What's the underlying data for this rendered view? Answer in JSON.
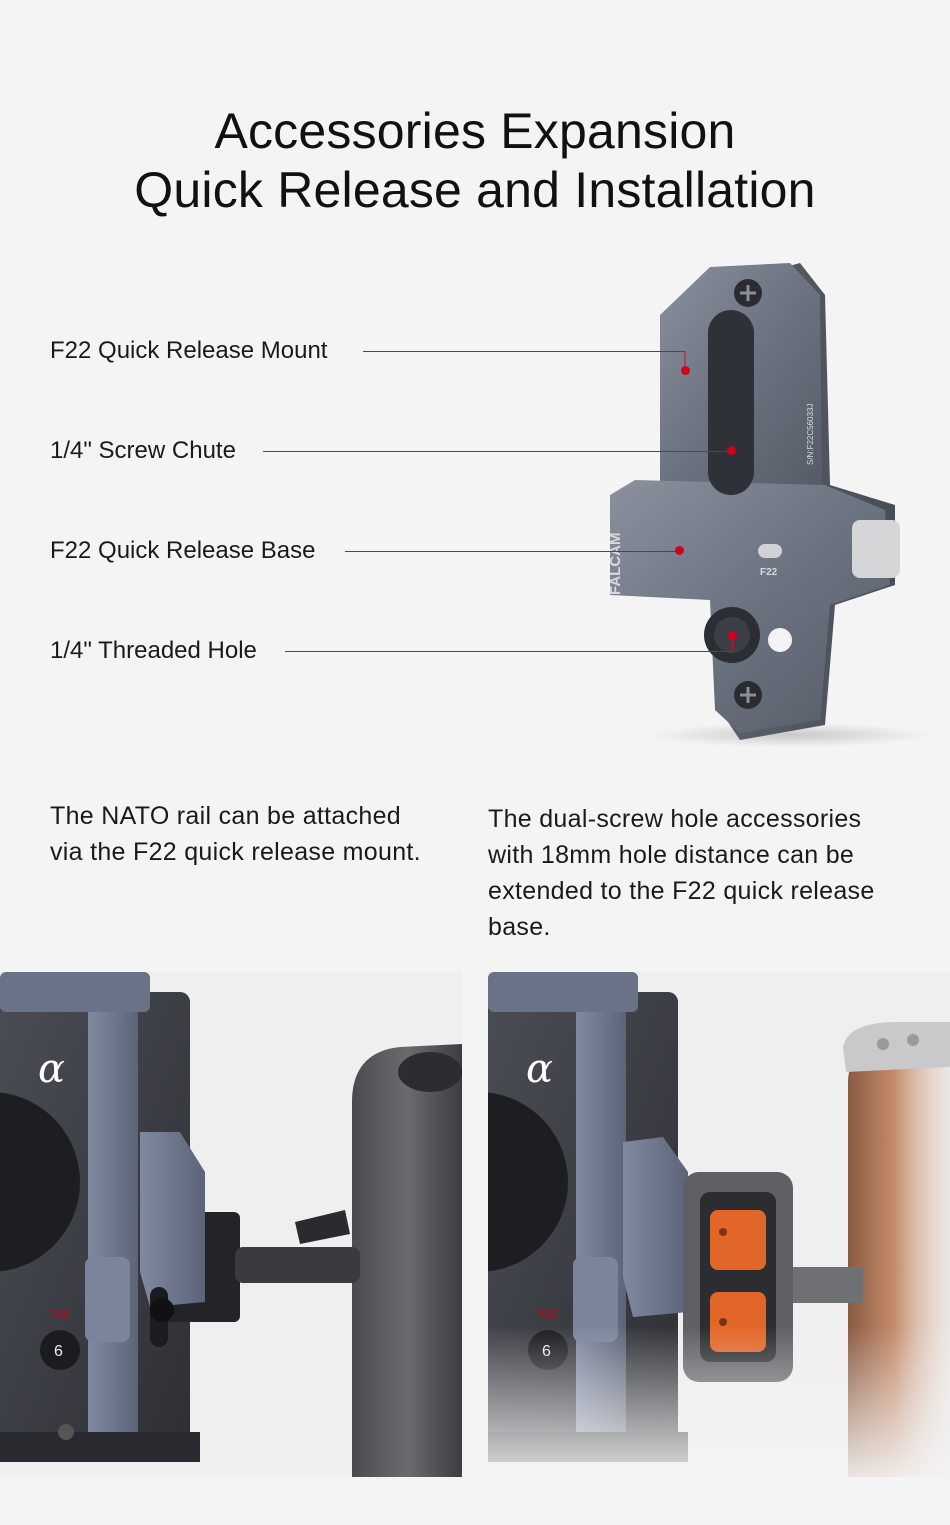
{
  "heading": {
    "line1": "Accessories Expansion",
    "line2": "Quick Release and Installation"
  },
  "callouts": [
    {
      "label": "F22 Quick Release Mount"
    },
    {
      "label": "1/4\" Screw Chute"
    },
    {
      "label": "F22 Quick Release Base"
    },
    {
      "label": "1/4\" Threaded Hole"
    }
  ],
  "product": {
    "brand": "FALCAM",
    "model": "F22",
    "serial": "S/N:F22C56033J"
  },
  "captions": {
    "left": "The NATO rail can be attached via the F22 quick release mount.",
    "right": "The dual-screw hole accessories with 18mm hole distance can be extended to the F22 quick release base."
  },
  "camera": {
    "logo": "α",
    "rec_label": "REC",
    "button_number": "6"
  },
  "colors": {
    "accent": "#c8102e",
    "mount_metal": "#6e7582",
    "orange_knob": "#e2662a",
    "wood": "#b27a5d"
  }
}
